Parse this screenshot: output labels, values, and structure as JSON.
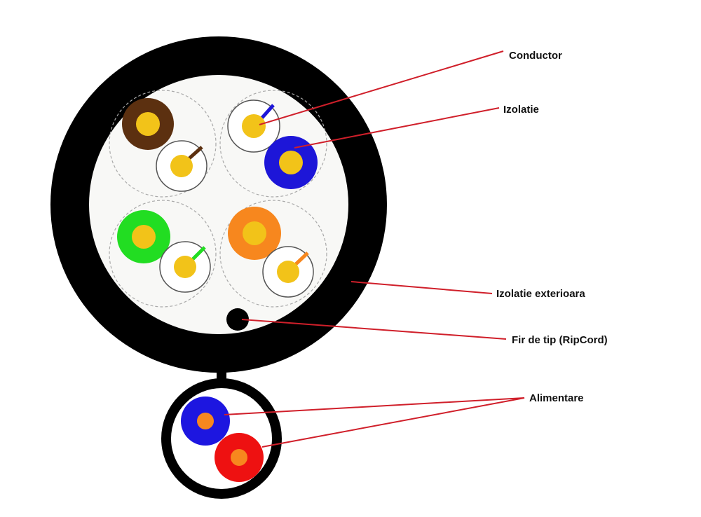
{
  "diagram": {
    "labels": {
      "conductor": "Conductor",
      "insulation": "Izolatie",
      "outer_insulation": "Izolatie exterioara",
      "ripcord": "Fir de tip (RipCord)",
      "power": "Alimentare"
    },
    "colors": {
      "jacket": "#000000",
      "core_fill": "#f8f8f6",
      "conductor": "#f2c319",
      "leader_line": "#d01f2a",
      "pair_brown": "#5c3010",
      "pair_blue": "#1d16d8",
      "pair_green": "#22dd22",
      "pair_orange": "#f7871e",
      "power_blue": "#1d16e0",
      "power_red": "#ee1111",
      "power_conductor": "#f7871e"
    }
  }
}
